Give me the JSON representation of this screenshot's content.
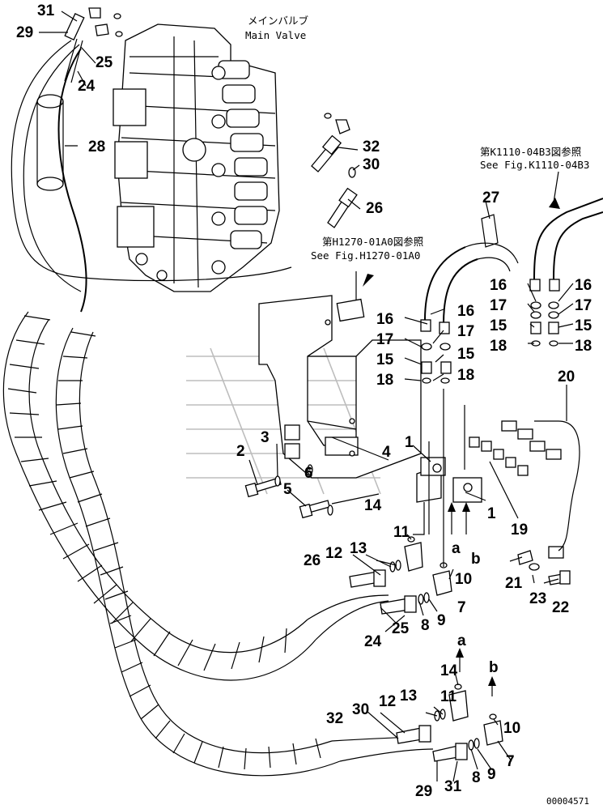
{
  "labels": {
    "main_valve_jp": "メインバルブ",
    "main_valve_en": "Main Valve",
    "ref1_jp": "第K1110-04B3図参照",
    "ref1_en": "See Fig.K1110-04B3",
    "ref2_jp": "第H1270-01A0図参照",
    "ref2_en": "See Fig.H1270-01A0",
    "footer_code": "00004571"
  },
  "callouts": [
    {
      "id": "c31a",
      "text": "31"
    },
    {
      "id": "c29a",
      "text": "29"
    },
    {
      "id": "c25a",
      "text": "25"
    },
    {
      "id": "c24a",
      "text": "24"
    },
    {
      "id": "c28",
      "text": "28"
    },
    {
      "id": "c32a",
      "text": "32"
    },
    {
      "id": "c30a",
      "text": "30"
    },
    {
      "id": "c26a",
      "text": "26"
    },
    {
      "id": "c27",
      "text": "27"
    },
    {
      "id": "c16a",
      "text": "16"
    },
    {
      "id": "c17a",
      "text": "17"
    },
    {
      "id": "c15a",
      "text": "15"
    },
    {
      "id": "c18a",
      "text": "18"
    },
    {
      "id": "c16b",
      "text": "16"
    },
    {
      "id": "c17b",
      "text": "17"
    },
    {
      "id": "c15b",
      "text": "15"
    },
    {
      "id": "c18b",
      "text": "18"
    },
    {
      "id": "c16c",
      "text": "16"
    },
    {
      "id": "c17c",
      "text": "17"
    },
    {
      "id": "c15c",
      "text": "15"
    },
    {
      "id": "c18c",
      "text": "18"
    },
    {
      "id": "c16d",
      "text": "16"
    },
    {
      "id": "c17d",
      "text": "17"
    },
    {
      "id": "c15d",
      "text": "15"
    },
    {
      "id": "c18d",
      "text": "18"
    },
    {
      "id": "c20",
      "text": "20"
    },
    {
      "id": "c3",
      "text": "3"
    },
    {
      "id": "c2",
      "text": "2"
    },
    {
      "id": "c6",
      "text": "6"
    },
    {
      "id": "c5",
      "text": "5"
    },
    {
      "id": "c4",
      "text": "4"
    },
    {
      "id": "c1a",
      "text": "1"
    },
    {
      "id": "c1b",
      "text": "1"
    },
    {
      "id": "c19",
      "text": "19"
    },
    {
      "id": "c14a",
      "text": "14"
    },
    {
      "id": "c11a",
      "text": "11"
    },
    {
      "id": "c12a",
      "text": "12"
    },
    {
      "id": "c13a",
      "text": "13"
    },
    {
      "id": "c26b",
      "text": "26"
    },
    {
      "id": "ca1",
      "text": "a"
    },
    {
      "id": "cb1",
      "text": "b"
    },
    {
      "id": "c10a",
      "text": "10"
    },
    {
      "id": "c21",
      "text": "21"
    },
    {
      "id": "c23",
      "text": "23"
    },
    {
      "id": "c22",
      "text": "22"
    },
    {
      "id": "c7a",
      "text": "7"
    },
    {
      "id": "c9a",
      "text": "9"
    },
    {
      "id": "c8a",
      "text": "8"
    },
    {
      "id": "c25b",
      "text": "25"
    },
    {
      "id": "c24b",
      "text": "24"
    },
    {
      "id": "ca2",
      "text": "a"
    },
    {
      "id": "cb2",
      "text": "b"
    },
    {
      "id": "c14b",
      "text": "14"
    },
    {
      "id": "c11b",
      "text": "11"
    },
    {
      "id": "c12b",
      "text": "12"
    },
    {
      "id": "c13b",
      "text": "13"
    },
    {
      "id": "c30b",
      "text": "30"
    },
    {
      "id": "c32b",
      "text": "32"
    },
    {
      "id": "c10b",
      "text": "10"
    },
    {
      "id": "c7b",
      "text": "7"
    },
    {
      "id": "c9b",
      "text": "9"
    },
    {
      "id": "c8b",
      "text": "8"
    },
    {
      "id": "c29b",
      "text": "29"
    },
    {
      "id": "c31b",
      "text": "31"
    }
  ]
}
